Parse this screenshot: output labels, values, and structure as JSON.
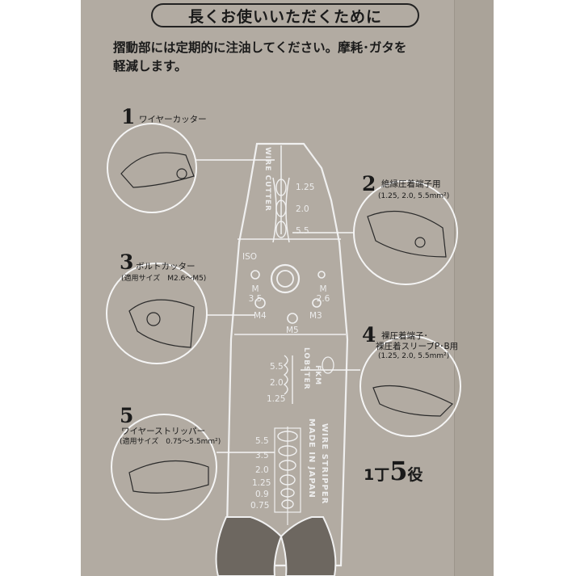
{
  "header": {
    "title": "長くお使いいただくために"
  },
  "intro": {
    "line1": "摺動部には定期的に注油してください。摩耗･ガタを",
    "line2": "軽減します。"
  },
  "features": [
    {
      "num": "1",
      "label": "ワイヤーカッター",
      "sub": ""
    },
    {
      "num": "2",
      "label": "絶縁圧着端子用",
      "sub": "(1.25, 2.0, 5.5mm²)"
    },
    {
      "num": "3",
      "label": "ボルトカッター",
      "sub": "(適用サイズ　M2.6〜M5)"
    },
    {
      "num": "4",
      "label": "裸圧着端子･",
      "label2": "裸圧着スリーブP･B用",
      "sub": "(1.25, 2.0, 5.5mm²)"
    },
    {
      "num": "5",
      "label": "ワイヤーストリッパー",
      "sub": "(適用サイズ　0.75〜5.5mm²)"
    }
  ],
  "tool": {
    "cutter_text": "WIRE CUTTER",
    "insulated_sizes": [
      "1.25",
      "2.0",
      "5.5"
    ],
    "iso": "ISO",
    "bolt_holes": [
      "M 3.5",
      "M 2.6",
      "M4",
      "M3",
      "M5"
    ],
    "bare_sizes": [
      "5.5",
      "2.0",
      "1.25"
    ],
    "brand": "LOBSTER",
    "brand_sub": "FKM",
    "strip_sizes": [
      "5.5",
      "3.5",
      "2.0",
      "1.25",
      "0.9",
      "0.75"
    ],
    "made_in": "MADE IN JAPAN",
    "stripper_text": "WIRE STRIPPER"
  },
  "uses": {
    "prefix": "1丁",
    "count": "5",
    "suffix": "役"
  },
  "colors": {
    "card": "#b2aba2",
    "ink": "#1a1a1a",
    "handle": "#6d6760"
  }
}
